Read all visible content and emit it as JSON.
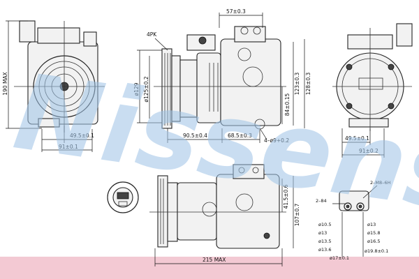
{
  "watermark": {
    "text": "Nissens",
    "color": "#9ec3e6",
    "band_color": "#f3c9d3"
  },
  "dimensions": {
    "front_height": "190 MAX",
    "front_w1": "49.5±0.1",
    "front_w2": "91±0.1",
    "belt": "4PK",
    "top_57": "57±0.3",
    "pulley_129": "ø129",
    "pulley_125": "ø125±0.2",
    "mount_84": "84±0.15",
    "h_123": "123±0.3",
    "h_128": "128±0.3",
    "bottom_905": "90.5±0.4",
    "bottom_685": "68.5±0.3",
    "holes": "4–ø9+0.2",
    "rear_w1": "49.5±0.1",
    "rear_w2": "91±0.2",
    "side_415": "41.5±0.6",
    "side_107": "107±0.7",
    "total_len": "215 MAX",
    "thread_m8": "2–M8–6H",
    "port_84": "2–84",
    "d_105": "ø10.5",
    "d_13a": "ø13",
    "d_135": "ø13.5",
    "d_136": "ø13.6",
    "d_17": "ø17±0.1",
    "d_13b": "ø13",
    "d_158": "ø15.8",
    "d_165": "ø16.5",
    "d_198": "ø19.8±0.1"
  }
}
